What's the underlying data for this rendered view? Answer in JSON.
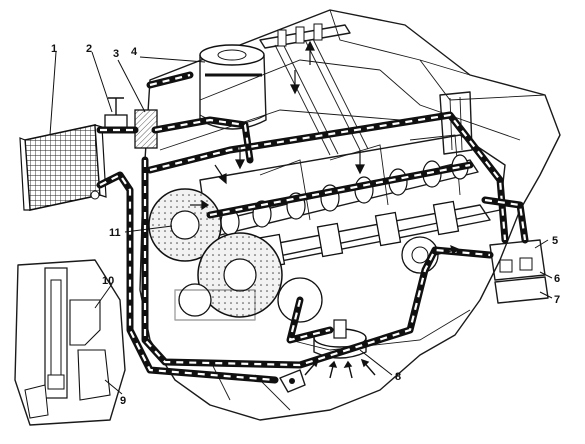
{
  "diagram": {
    "colors": {
      "ink": "#111111",
      "background": "#ffffff",
      "shade": "#d9d9d9"
    },
    "callouts": [
      {
        "id": "1",
        "label": "1"
      },
      {
        "id": "2",
        "label": "2"
      },
      {
        "id": "3",
        "label": "3"
      },
      {
        "id": "4",
        "label": "4"
      },
      {
        "id": "5",
        "label": "5"
      },
      {
        "id": "6",
        "label": "6"
      },
      {
        "id": "7",
        "label": "7"
      },
      {
        "id": "8",
        "label": "8"
      },
      {
        "id": "9",
        "label": "9"
      },
      {
        "id": "10",
        "label": "10"
      },
      {
        "id": "11",
        "label": "11"
      }
    ]
  }
}
